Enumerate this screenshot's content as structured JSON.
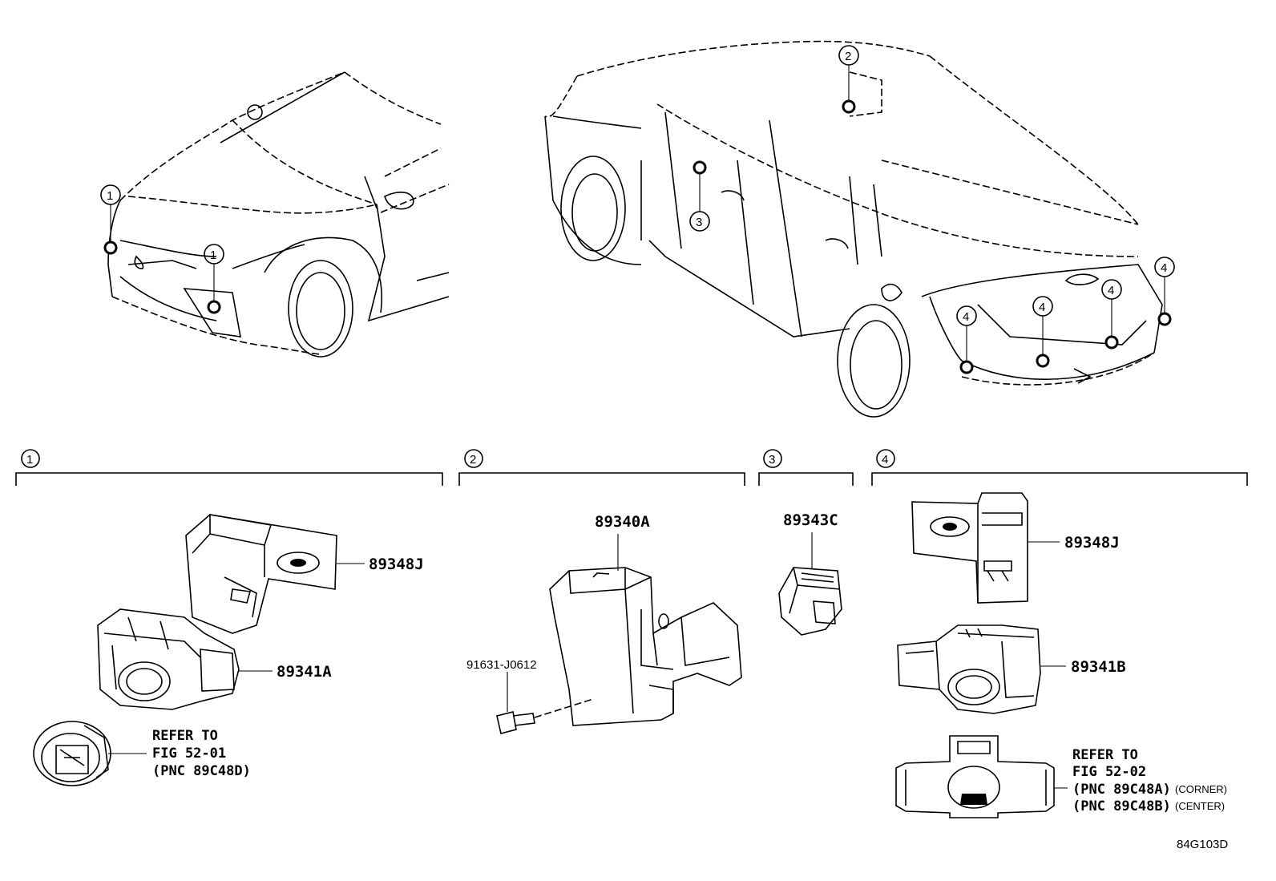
{
  "diagram_code": "84G103D",
  "callout_numbers": [
    "1",
    "2",
    "3",
    "4"
  ],
  "sections": [
    {
      "number": "1",
      "parts": [
        {
          "number": "89348J"
        },
        {
          "number": "89341A"
        }
      ],
      "note": [
        "REFER TO",
        "FIG 52-01",
        "(PNC 89C48D)"
      ]
    },
    {
      "number": "2",
      "parts": [
        {
          "number": "89340A"
        },
        {
          "number": "91631-J0612"
        }
      ]
    },
    {
      "number": "3",
      "parts": [
        {
          "number": "89343C"
        }
      ]
    },
    {
      "number": "4",
      "parts": [
        {
          "number": "89348J"
        },
        {
          "number": "89341B"
        }
      ],
      "note": [
        "REFER TO",
        "FIG 52-02",
        "(PNC 89C48A)",
        "(PNC 89C48B)"
      ],
      "note_suffix": [
        "(CORNER)",
        "(CENTER)"
      ]
    }
  ]
}
